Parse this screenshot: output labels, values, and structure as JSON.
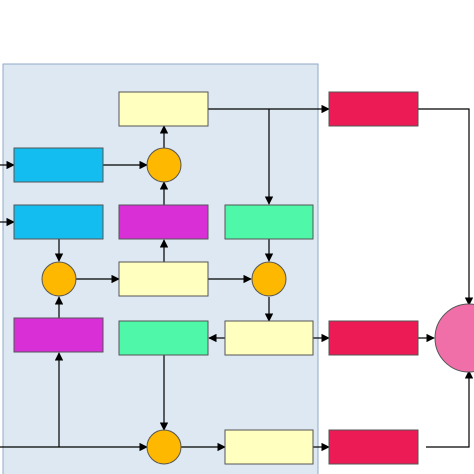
{
  "diagram": {
    "description_text": "",
    "colors": {
      "panel_fill": "#dde8f2",
      "panel_stroke": "#8fa9c7",
      "pale_yellow": "#ffffc0",
      "cyan": "#13bdf0",
      "magenta": "#d82fd6",
      "mint": "#4ff8a8",
      "crimson": "#ec1b55",
      "orange": "#ffb800",
      "pink": "#f06fa8",
      "line": "#000000"
    },
    "nodes": [
      {
        "id": "top-yellow-box",
        "kind": "box",
        "color": "pale_yellow"
      },
      {
        "id": "top-right-crimson-box",
        "kind": "box",
        "color": "crimson"
      },
      {
        "id": "upper-cyan-box",
        "kind": "box",
        "color": "cyan"
      },
      {
        "id": "upper-sum-junction",
        "kind": "junction",
        "color": "orange"
      },
      {
        "id": "lower-cyan-box",
        "kind": "box",
        "color": "cyan"
      },
      {
        "id": "center-magenta-box",
        "kind": "box",
        "color": "magenta"
      },
      {
        "id": "right-mint-box",
        "kind": "box",
        "color": "mint"
      },
      {
        "id": "left-sum-junction",
        "kind": "junction",
        "color": "orange"
      },
      {
        "id": "center-yellow-box",
        "kind": "box",
        "color": "pale_yellow"
      },
      {
        "id": "right-sum-junction",
        "kind": "junction",
        "color": "orange"
      },
      {
        "id": "left-magenta-box",
        "kind": "box",
        "color": "magenta"
      },
      {
        "id": "lower-mint-box",
        "kind": "box",
        "color": "mint"
      },
      {
        "id": "lower-yellow-box",
        "kind": "box",
        "color": "pale_yellow"
      },
      {
        "id": "middle-crimson-box",
        "kind": "box",
        "color": "crimson"
      },
      {
        "id": "bottom-sum-junction",
        "kind": "junction",
        "color": "orange"
      },
      {
        "id": "bottom-yellow-box",
        "kind": "box",
        "color": "pale_yellow"
      },
      {
        "id": "bottom-crimson-box",
        "kind": "box",
        "color": "crimson"
      },
      {
        "id": "output-pink-circle",
        "kind": "junction",
        "color": "pink"
      }
    ]
  }
}
